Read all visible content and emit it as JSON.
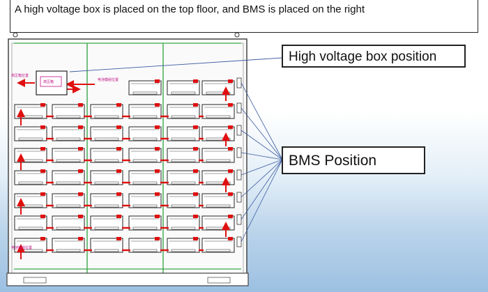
{
  "title": "A high voltage box is placed on the top floor, and BMS is placed on the right",
  "callouts": {
    "high_voltage_box": "High voltage box position",
    "bms": "BMS  Position"
  },
  "diagram": {
    "hv_box_label": "高压箱",
    "left_top_label": "高压箱位置",
    "upper_label": "电池模组位置",
    "bottom_label": "电池模组位置",
    "rows": 8,
    "top_row_modules": 3,
    "modules_per_row": 6,
    "colors": {
      "frame": "#444444",
      "partition": "#3aa84b",
      "arrow": "#e01010",
      "bms_line": "#3a5aa0"
    }
  }
}
